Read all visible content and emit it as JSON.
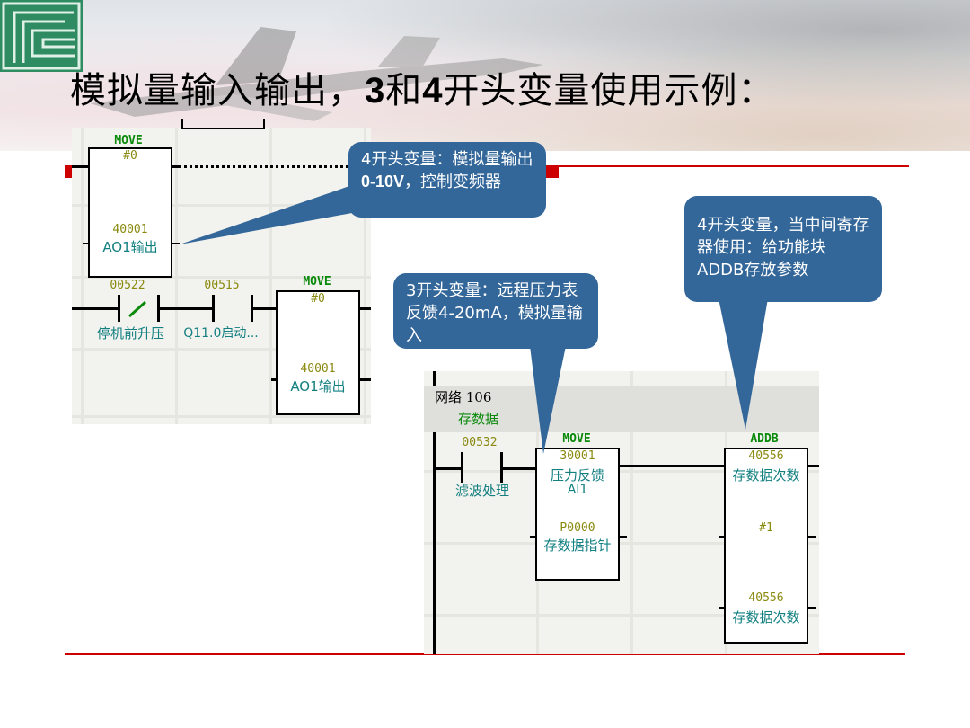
{
  "slide": {
    "title_parts": [
      {
        "text": "模拟量输入输出，",
        "bold": false
      },
      {
        "text": "3",
        "bold": true
      },
      {
        "text": "和",
        "bold": false
      },
      {
        "text": "4",
        "bold": true
      },
      {
        "text": "开头变量使用示例：",
        "bold": false
      }
    ],
    "logo": "company-logo-green-square",
    "colors": {
      "accent_red": "#cc0000",
      "callout_blue": "#336699",
      "logo_green": "#2e8b62",
      "ladder_green": "#0a8a0a",
      "address_olive": "#8a8a10",
      "symbol_teal": "#127f80"
    }
  },
  "ladder_left": {
    "rung1": {
      "block": {
        "type": "MOVE",
        "in_value": "#0",
        "out_addr": "40001",
        "out_symbol": "AO1输出"
      }
    },
    "rung2": {
      "contact1": {
        "addr": "00522",
        "symbol": "停机前升压",
        "kind": "normally-closed"
      },
      "contact2": {
        "addr": "00515",
        "symbol": "Q11.0启动...",
        "kind": "normally-open"
      },
      "block": {
        "type": "MOVE",
        "in_value": "#0",
        "out_addr": "40001",
        "out_symbol": "AO1输出"
      }
    }
  },
  "ladder_right": {
    "network_label": "网络 106",
    "network_comment": "存数据",
    "contact": {
      "addr": "00532",
      "symbol": "滤波处理",
      "kind": "normally-open"
    },
    "move_block": {
      "type": "MOVE",
      "in_addr": "30001",
      "in_symbol": "压力反馈",
      "in_symbol2": "AI1",
      "out_addr": "P0000",
      "out_symbol": "存数据指针"
    },
    "addb_block": {
      "type": "ADDB",
      "in1_addr": "40556",
      "in1_symbol": "存数据次数",
      "in2_value": "#1",
      "out_addr": "40556",
      "out_symbol": "存数据次数"
    }
  },
  "callouts": [
    {
      "id": "ao",
      "parts": [
        {
          "text": "4开头变量：模拟量输出",
          "bold": false
        },
        {
          "text": "0-10V",
          "bold": true
        },
        {
          "text": "，控制变频器",
          "bold": false
        }
      ]
    },
    {
      "id": "ai",
      "parts": [
        {
          "text": "3开头变量：远程压力表反馈",
          "bold": false
        },
        {
          "text": "4-20mA",
          "bold": false
        },
        {
          "text": "，模拟量输入",
          "bold": false
        }
      ]
    },
    {
      "id": "reg",
      "parts": [
        {
          "text": "4开头变量，当中间寄存器使用：给功能块ADDB存放参数",
          "bold": false
        }
      ]
    }
  ]
}
